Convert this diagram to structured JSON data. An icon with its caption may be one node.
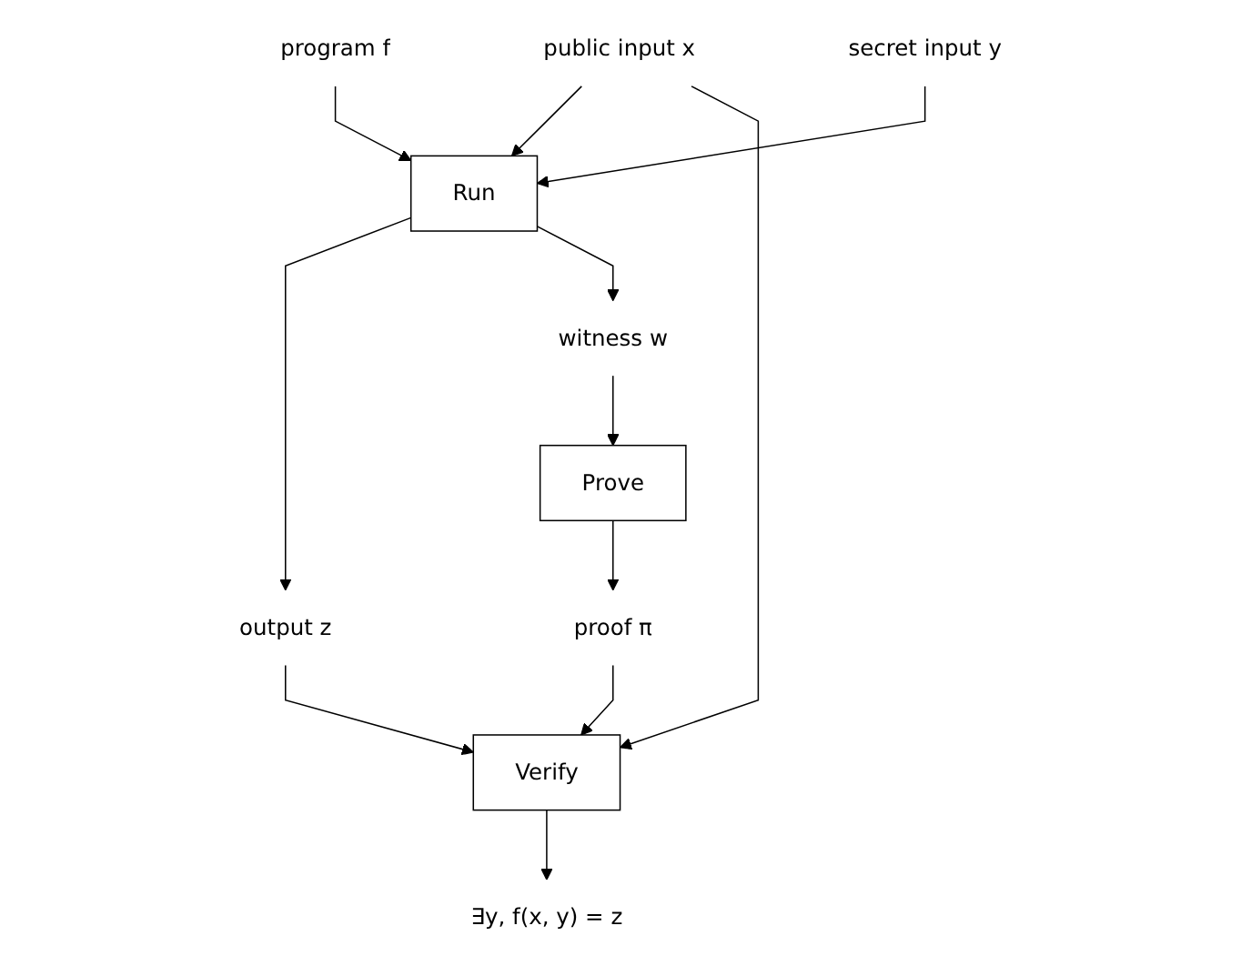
{
  "diagram": {
    "nodes": [
      {
        "text": [
          "program f"
        ]
      },
      {
        "text": [
          "secret input y"
        ]
      },
      {
        "text": [
          "Run"
        ]
      },
      {
        "text": [
          "public input x"
        ]
      },
      {
        "text": [
          "output z"
        ]
      },
      {
        "text": [
          "witness w"
        ]
      },
      {
        "text": [
          "Prove"
        ]
      },
      {
        "text": [
          "Verify"
        ]
      },
      {
        "text": [
          "proof π"
        ]
      },
      {
        "text": [
          "∃y,  f(x, y) = z"
        ]
      }
    ],
    "edges": [
      {
        "from": 0,
        "to": 2,
        "arrow": "to"
      },
      {
        "from": 1,
        "to": 2,
        "arrow": "to"
      },
      {
        "from": 3,
        "to": 2,
        "arrow": "to"
      },
      {
        "from": 2,
        "to": 4,
        "arrow": "to"
      },
      {
        "from": 2,
        "to": 5,
        "arrow": "to"
      },
      {
        "from": 3,
        "to": 7,
        "arrow": "to"
      },
      {
        "from": 4,
        "to": 7,
        "arrow": "to"
      },
      {
        "from": 5,
        "to": 6,
        "arrow": "to"
      },
      {
        "from": 6,
        "to": 8,
        "arrow": "to"
      },
      {
        "from": 8,
        "to": 7,
        "arrow": "to"
      },
      {
        "from": 7,
        "to": 9,
        "arrow": "to"
      }
    ]
  }
}
